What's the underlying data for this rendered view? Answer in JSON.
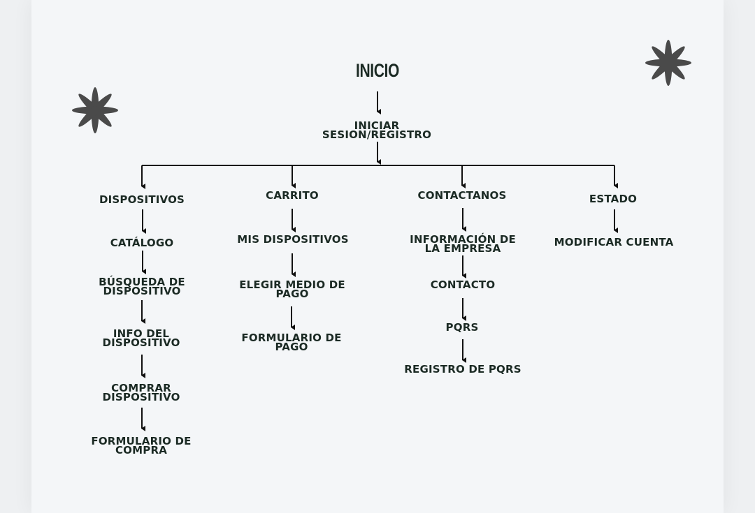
{
  "diagram": {
    "root": "INICIO",
    "login": "INICIAR\nSESION/REGISTRO",
    "branches": [
      {
        "name": "DISPOSITIVOS",
        "steps": [
          "CATÁLOGO",
          "BÚSQUEDA DE\nDISPOSITIVO",
          "INFO DEL\nDISPOSITIVO",
          "COMPRAR\nDISPOSITIVO",
          "FORMULARIO DE\nCOMPRA"
        ]
      },
      {
        "name": "CARRITO",
        "steps": [
          "MIS DISPOSITIVOS",
          "ELEGIR MEDIO DE\nPAGO",
          "FORMULARIO DE\nPAGO"
        ]
      },
      {
        "name": "CONTACTANOS",
        "steps": [
          "INFORMACIÓN DE\nLA EMPRESA",
          "CONTACTO",
          "PQRS",
          "REGISTRO DE PQRS"
        ]
      },
      {
        "name": "ESTADO",
        "steps": [
          "MODIFICAR CUENTA"
        ]
      }
    ]
  },
  "decorations": {
    "star_color": "#4a4a4a",
    "line_color": "#111111"
  }
}
